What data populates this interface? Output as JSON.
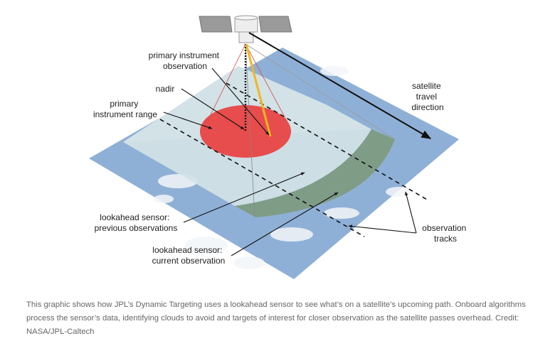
{
  "diagram": {
    "labels": {
      "primary_observation": [
        "primary instrument",
        "observation"
      ],
      "nadir": "nadir",
      "primary_range": [
        "primary",
        "instrument range"
      ],
      "travel_direction": [
        "satellite",
        "travel",
        "direction"
      ],
      "previous_observations": [
        "lookahead sensor:",
        "previous observations"
      ],
      "current_observation": [
        "lookahead sensor:",
        "current observation"
      ],
      "observation_tracks": [
        "observation",
        "tracks"
      ]
    },
    "colors": {
      "ground": "#8fb0d6",
      "pale_region": "#d3e2e6",
      "current_band": "#7d9a7e",
      "primary_range": "#e8403f",
      "primary_beam": "#f2b61e"
    }
  },
  "caption": "This graphic shows how JPL’s Dynamic Targeting uses a lookahead sensor to see what’s on a satellite’s upcoming path. Onboard algorithms process the sensor’s data, identifying clouds to avoid and targets of interest for closer observation as the satellite passes overhead. Credit: NASA/JPL-Caltech"
}
